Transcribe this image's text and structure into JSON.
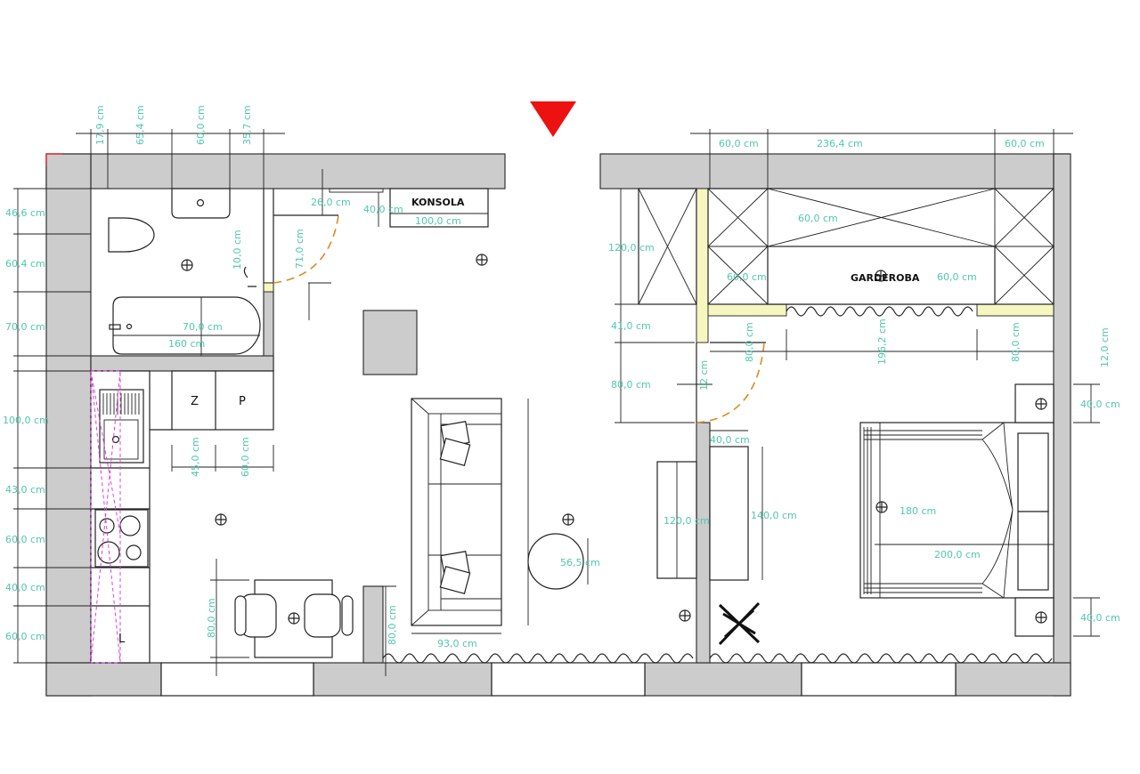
{
  "labels": {
    "konsola": "KONSOLA",
    "garderoba": "GARDEROBA",
    "z": "Z",
    "p": "P",
    "l": "L"
  },
  "colors": {
    "dimension": "#4fc8ae",
    "wall": "#cccccc",
    "door_swing": "#d98a25",
    "partition": "#f6f7c0",
    "north_marker": "#ee1111"
  },
  "dims": {
    "top_1": "17,9 cm",
    "top_2": "65,4 cm",
    "top_3": "60,0 cm",
    "top_4": "35,7 cm",
    "left_1": "46,6 cm",
    "left_2": "60,4 cm",
    "left_3": "70,0 cm",
    "left_4": "100,0 cm",
    "left_5": "43,0 cm",
    "left_6": "60,0 cm",
    "left_7": "40,0 cm",
    "left_8": "60,0 cm",
    "door_offset": "26,0 cm",
    "konsola_depth": "40,0 cm",
    "konsola_width": "100,0 cm",
    "shower_offset": "10,0 cm",
    "bath_door": "71,0 cm",
    "bath_width": "70,0 cm",
    "bath_length": "160 cm",
    "fridge_z": "45,0 cm",
    "pantry_p": "60,0 cm",
    "dining_table": "80,0 cm",
    "window_wall": "80,0 cm",
    "sofa_depth": "93,0 cm",
    "coffee_table": "56,5 cm",
    "tv_unit": "120,0 cm",
    "bed_cabinet": "140,0 cm",
    "bed_cabinet_depth": "40,0 cm",
    "ward_left": "60,0 cm",
    "ward_mid": "236,4 cm",
    "ward_right": "60,0 cm",
    "ward_depth": "60,0 cm",
    "ward_height": "120,0 cm",
    "ward_inner_left": "60,0 cm",
    "ward_inner_right": "60,0 cm",
    "corridor": "41,0 cm",
    "bed_door": "80,0 cm",
    "wall_thickness": "12 cm",
    "ward_door_left": "80,0 cm",
    "ward_curtain": "196,2 cm",
    "ward_door_right": "80,0 cm",
    "partition_thickness": "12,0 cm",
    "nightstand_top": "40,0 cm",
    "nightstand_bottom": "40,0 cm",
    "bed_width": "180 cm",
    "bed_length": "200,0 cm"
  }
}
